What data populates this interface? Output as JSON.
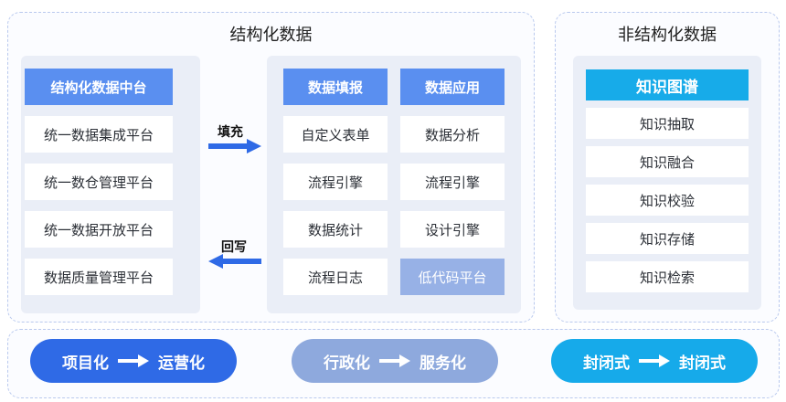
{
  "structured": {
    "title": "结构化数据",
    "platform_header": "结构化数据中台",
    "platforms": [
      "统一数据集成平台",
      "统一数仓管理平台",
      "统一数据开放平台",
      "数据质量管理平台"
    ],
    "fill_label": "填充",
    "return_label": "回写",
    "reporting": {
      "header": "数据填报",
      "items": [
        "自定义表单",
        "流程引擎",
        "数据统计",
        "流程日志"
      ]
    },
    "application": {
      "header": "数据应用",
      "items": [
        "数据分析",
        "流程引擎",
        "设计引擎",
        "低代码平台"
      ]
    }
  },
  "unstructured": {
    "title": "非结构化数据",
    "kg_header": "知识图谱",
    "items": [
      "知识抽取",
      "知识融合",
      "知识校验",
      "知识存储",
      "知识检索"
    ]
  },
  "transitions": [
    {
      "from": "项目化",
      "to": "运营化",
      "color": "#2f6ae6"
    },
    {
      "from": "行政化",
      "to": "服务化",
      "color": "#8ea9dd"
    },
    {
      "from": "封闭式",
      "to": "封闭式",
      "color": "#16aaea"
    }
  ],
  "colors": {
    "header_blue": "#5a8ff0",
    "header_cyan": "#17abe9",
    "arrow_blue": "#2f6ae6",
    "highlight_box": "#97b1e6"
  }
}
